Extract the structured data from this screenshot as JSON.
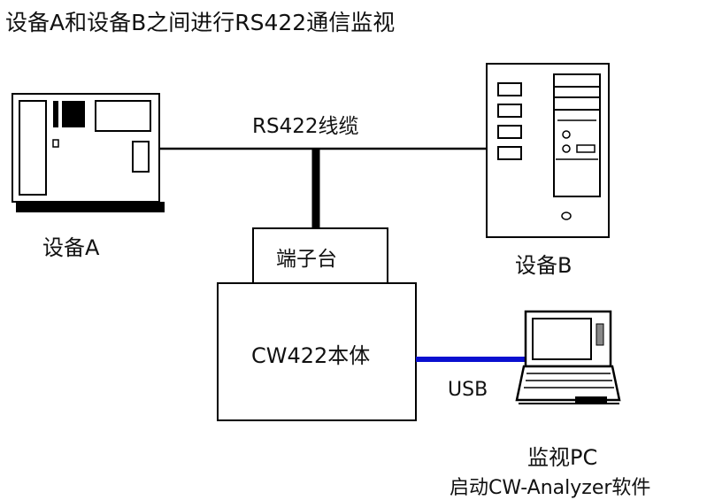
{
  "title": "设备A和设备B之间进行RS422通信监视",
  "cable": {
    "label": "RS422线缆"
  },
  "device_a": {
    "label": "设备A"
  },
  "device_b": {
    "label": "设备B"
  },
  "terminal": {
    "label": "端子台"
  },
  "cw422": {
    "label": "CW422本体"
  },
  "usb": {
    "label": "USB"
  },
  "monitor_pc": {
    "label": "监视PC",
    "caption": "启动CW-Analyzer软件"
  },
  "colors": {
    "usb_line": "#0a10d0",
    "line": "#000000"
  }
}
